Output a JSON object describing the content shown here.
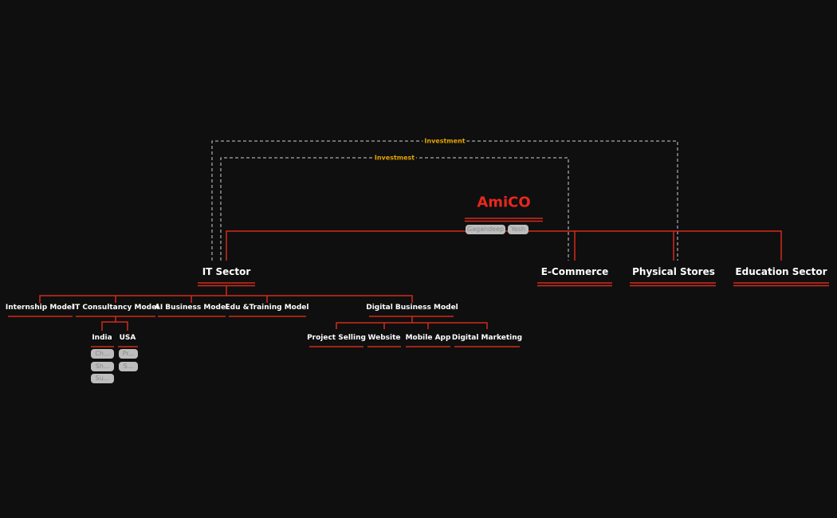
{
  "root": {
    "title": "AmiCO",
    "tags": [
      "Gagandeep",
      "Yesh"
    ]
  },
  "links": {
    "outer": "Investment",
    "inner": "Investmest"
  },
  "sectors": [
    "IT Sector",
    "E-Commerce",
    "Physical Stores",
    "Education Sector"
  ],
  "it_models": [
    "Internship Model",
    "IT Consultancy Model",
    "AI Business Model",
    "Edu &Training Model",
    "Digital Business Model"
  ],
  "consultancy": {
    "regions": [
      "India",
      "USA"
    ],
    "india_tags": [
      "Ch...",
      "Sh...",
      "Su..."
    ],
    "usa_tags": [
      "Pr...",
      "S..."
    ]
  },
  "digital": [
    "Project Selling",
    "Website",
    "Mobile App",
    "Digital Marketing"
  ],
  "colors": {
    "accent": "#e8281c",
    "link": "#e6a400",
    "background": "#0f0f0f"
  }
}
